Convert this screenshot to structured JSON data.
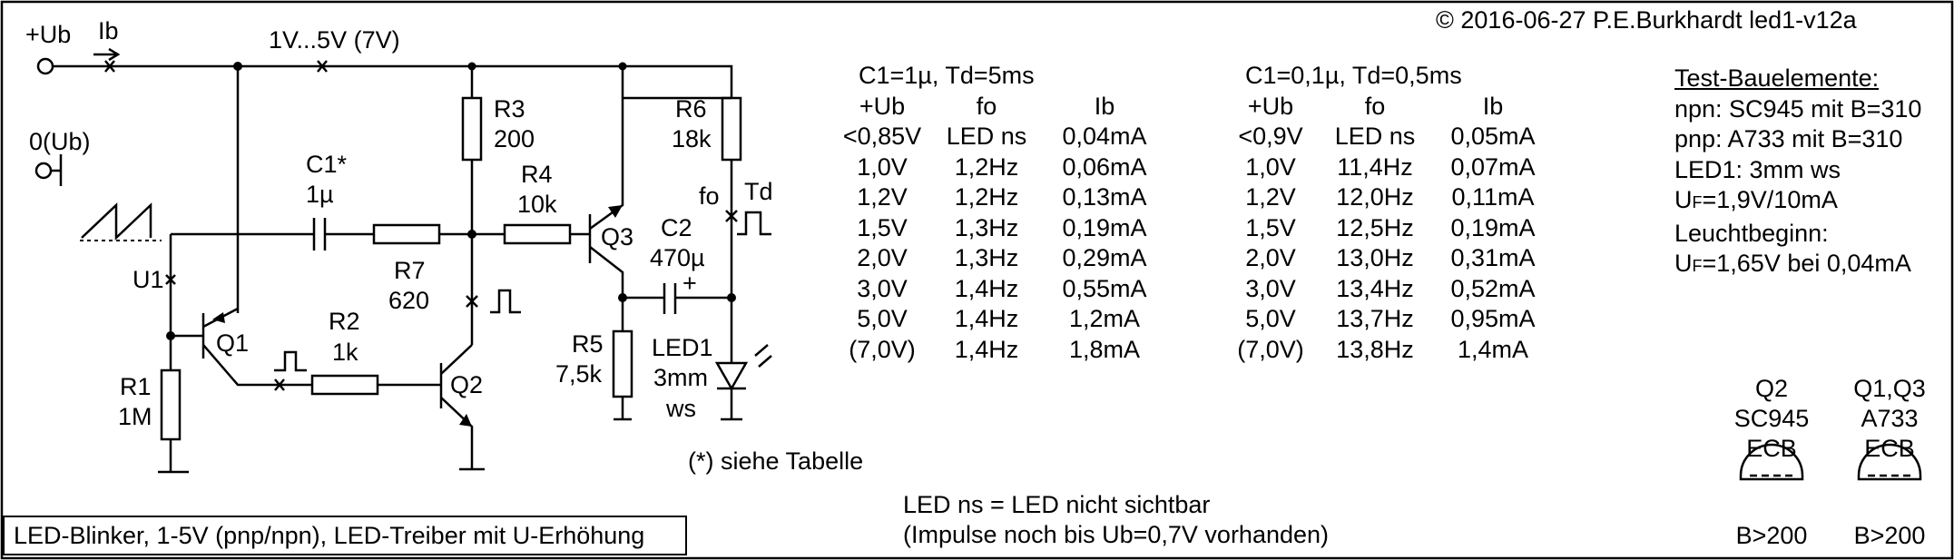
{
  "copyright": "© 2016-06-27 P.E.Burkhardt led1-v12a",
  "title": "LED-Blinker, 1-5V (pnp/npn), LED-Treiber mit U-Erhöhung",
  "labels": {
    "ub": "+Ub",
    "ib": "Ib",
    "range": "1V...5V (7V)",
    "zero": "0(Ub)",
    "c1": "C1*",
    "c1v": "1µ",
    "r3": "R3",
    "r3v": "200",
    "r4": "R4",
    "r4v": "10k",
    "r6": "R6",
    "r6v": "18k",
    "fo": "fo",
    "td": "Td",
    "q3": "Q3",
    "c2": "C2",
    "c2v": "470µ",
    "r7": "R7",
    "r7v": "620",
    "u1": "U1",
    "q1": "Q1",
    "r2": "R2",
    "r2v": "1k",
    "q2": "Q2",
    "r1": "R1",
    "r1v": "1M",
    "r5": "R5",
    "r5v": "7,5k",
    "led1": "LED1",
    "led1a": "3mm",
    "led1b": "ws",
    "plus": "+",
    "footnote": "(*) siehe Tabelle"
  },
  "table1": {
    "title": "C1=1µ, Td=5ms",
    "headers": [
      "+Ub",
      "fo",
      "Ib"
    ],
    "rows": [
      [
        "<0,85V",
        "LED ns",
        "0,04mA"
      ],
      [
        "1,0V",
        "1,2Hz",
        "0,06mA"
      ],
      [
        "1,2V",
        "1,2Hz",
        "0,13mA"
      ],
      [
        "1,5V",
        "1,3Hz",
        "0,19mA"
      ],
      [
        "2,0V",
        "1,3Hz",
        "0,29mA"
      ],
      [
        "3,0V",
        "1,4Hz",
        "0,55mA"
      ],
      [
        "5,0V",
        "1,4Hz",
        "1,2mA"
      ],
      [
        "(7,0V)",
        "1,4Hz",
        "1,8mA"
      ]
    ]
  },
  "table2": {
    "title": "C1=0,1µ, Td=0,5ms",
    "headers": [
      "+Ub",
      "fo",
      "Ib"
    ],
    "rows": [
      [
        "<0,9V",
        "LED ns",
        "0,05mA"
      ],
      [
        "1,0V",
        "11,4Hz",
        "0,07mA"
      ],
      [
        "1,2V",
        "12,0Hz",
        "0,11mA"
      ],
      [
        "1,5V",
        "12,5Hz",
        "0,19mA"
      ],
      [
        "2,0V",
        "13,0Hz",
        "0,31mA"
      ],
      [
        "3,0V",
        "13,4Hz",
        "0,52mA"
      ],
      [
        "5,0V",
        "13,7Hz",
        "0,95mA"
      ],
      [
        "(7,0V)",
        "13,8Hz",
        "1,4mA"
      ]
    ]
  },
  "test": {
    "title": "Test-Bauelemente:",
    "lines": [
      "npn: SC945 mit B=310",
      "pnp: A733 mit B=310",
      "LED1: 3mm ws"
    ],
    "uf_sym": "U",
    "uf_sub": "F",
    "uf_val": "=1,9V/10mA",
    "leucht": "Leuchtbeginn:",
    "uf2_val": "=1,65V bei 0,04mA"
  },
  "packages": [
    {
      "name": "Q2",
      "type": "SC945",
      "pins": "ECB",
      "beta": "B>200"
    },
    {
      "name": "Q1,Q3",
      "type": "A733",
      "pins": "ECB",
      "beta": "B>200"
    }
  ],
  "note": [
    "LED ns = LED nicht sichtbar",
    "(Impulse noch bis Ub=0,7V vorhanden)"
  ]
}
